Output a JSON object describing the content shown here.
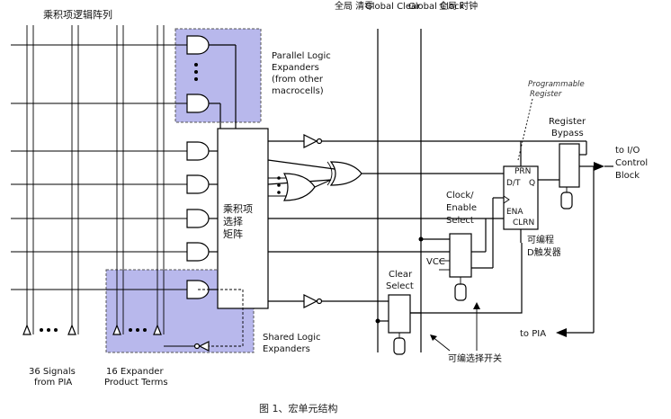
{
  "title": "乘积项逻辑阵列",
  "caption": "图 1、宏单元结构",
  "labels": {
    "global_clear_cn": "全局 清零",
    "global_clear_en": "Global Clear",
    "global_clock_cn": "全局 时钟",
    "global_clock_en": "Global Clock",
    "parallel_expanders": [
      "Parallel Logic",
      "Expanders",
      "(from other",
      "macrocells)"
    ],
    "programmable_register": [
      "Programmable",
      "Register"
    ],
    "register_bypass": [
      "Register",
      "Bypass"
    ],
    "to_io": [
      "to I/O",
      "Control",
      "Block"
    ],
    "product_term_matrix": [
      "乘积项",
      "选择",
      "矩阵"
    ],
    "clock_enable_select": [
      "Clock/",
      "Enable",
      "Select"
    ],
    "vcc": "VCC",
    "programmable_flipflop": [
      "可编程",
      "D触发器"
    ],
    "clear_select": [
      "Clear",
      "Select"
    ],
    "shared_expanders": [
      "Shared Logic",
      "Expanders"
    ],
    "to_pia": "to PIA",
    "programmable_switch": "可编选择开关",
    "signals_from_pia": [
      "36 Signals",
      "from PIA"
    ],
    "expander_terms": [
      "16 Expander",
      "Product Terms"
    ],
    "ff_pins": {
      "prn": "PRN",
      "dt": "D/T",
      "q": "Q",
      "ena": "ENA",
      "clrn": "CLRN"
    }
  },
  "colors": {
    "shade": "#b8b8ec",
    "line": "#000000"
  }
}
